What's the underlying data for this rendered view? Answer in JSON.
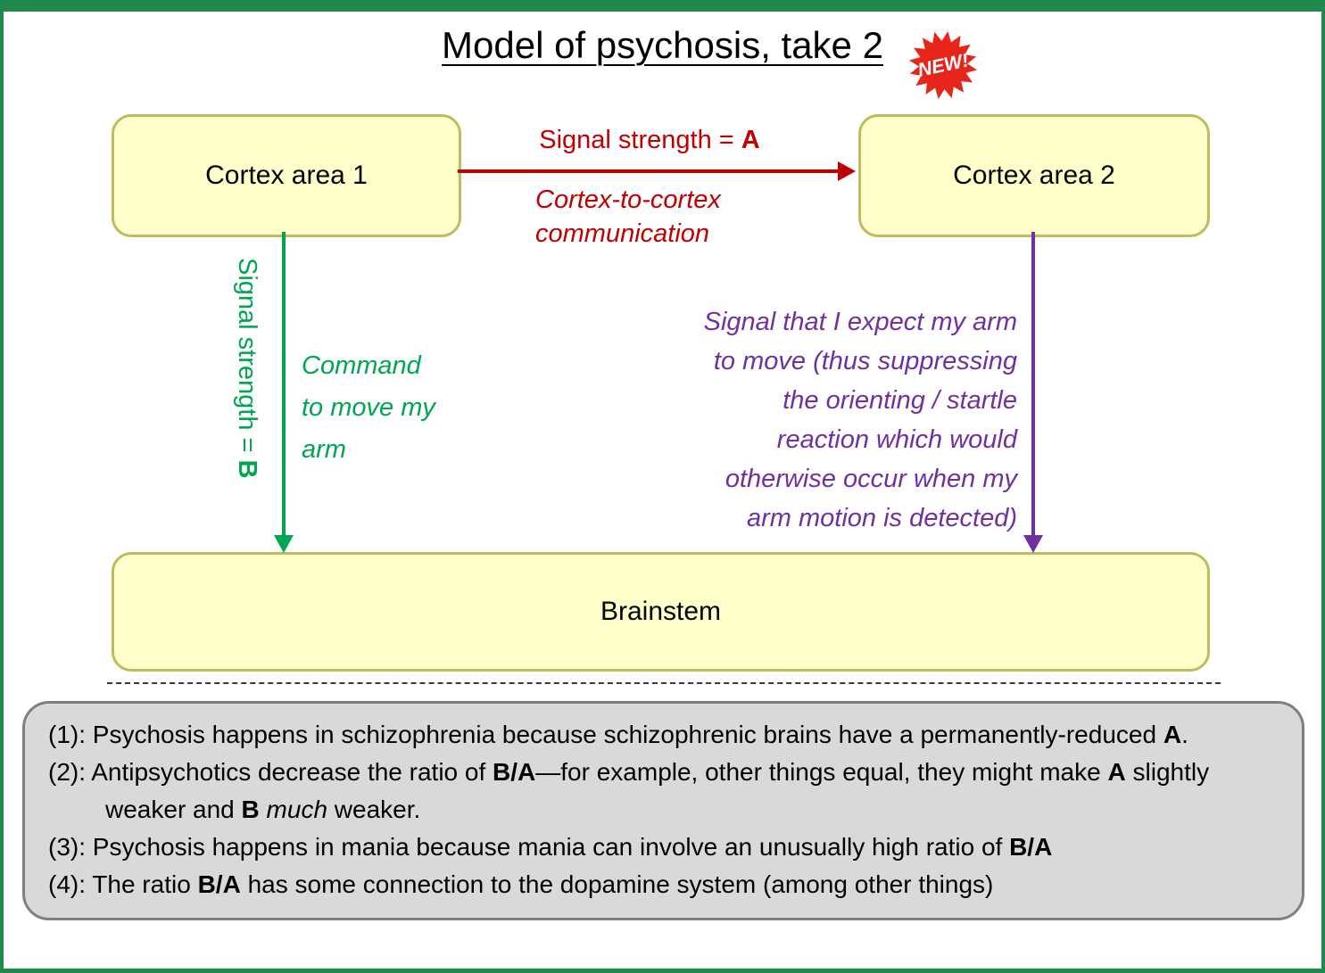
{
  "colors": {
    "frame_green": "#1F8A4C",
    "box_fill": "#FFFFCC",
    "box_border": "#BDBD5E",
    "arrow_red": "#C00000",
    "arrow_green": "#00A651",
    "arrow_purple": "#7030A0",
    "notes_fill": "#D9D9D9",
    "notes_border": "#7F7F7F",
    "badge_red": "#E8251B"
  },
  "title": "Model of psychosis, take 2",
  "badge_label": "NEW!",
  "boxes": {
    "cortex1": "Cortex area 1",
    "cortex2": "Cortex area 2",
    "brainstem": "Brainstem"
  },
  "red_arrow": {
    "label_prefix": "Signal strength = ",
    "label_var": "A",
    "caption_lines": [
      "Cortex-to-cortex",
      "communication"
    ]
  },
  "green_arrow": {
    "label_prefix": "Signal strength = ",
    "label_var": "B",
    "caption_lines": [
      "Command",
      "to move my",
      "arm"
    ]
  },
  "purple_arrow": {
    "caption_lines": [
      "Signal that I expect my arm",
      "to move (thus suppressing",
      "the orienting / startle",
      "reaction which would",
      "otherwise occur when my",
      "arm motion is detected)"
    ]
  },
  "notes": [
    {
      "parts": [
        {
          "text": "(1): Psychosis happens in schizophrenia because schizophrenic brains have a permanently-reduced ",
          "style": "normal"
        },
        {
          "text": "A",
          "style": "bold"
        },
        {
          "text": ".",
          "style": "normal"
        }
      ]
    },
    {
      "parts": [
        {
          "text": "(2): Antipsychotics decrease the ratio of ",
          "style": "normal"
        },
        {
          "text": "B/A",
          "style": "bold"
        },
        {
          "text": "—for example, other things equal, they might make ",
          "style": "normal"
        },
        {
          "text": "A",
          "style": "bold"
        },
        {
          "text": " slightly weaker and ",
          "style": "normal"
        },
        {
          "text": "B",
          "style": "bold"
        },
        {
          "text": " much",
          "style": "italic"
        },
        {
          "text": " weaker.",
          "style": "normal"
        }
      ]
    },
    {
      "parts": [
        {
          "text": "(3): Psychosis happens in mania because mania can involve an unusually high ratio of ",
          "style": "normal"
        },
        {
          "text": "B/A",
          "style": "bold"
        }
      ]
    },
    {
      "parts": [
        {
          "text": "(4): The ratio ",
          "style": "normal"
        },
        {
          "text": "B/A",
          "style": "bold"
        },
        {
          "text": " has some connection to the dopamine system (among other things)",
          "style": "normal"
        }
      ]
    }
  ]
}
